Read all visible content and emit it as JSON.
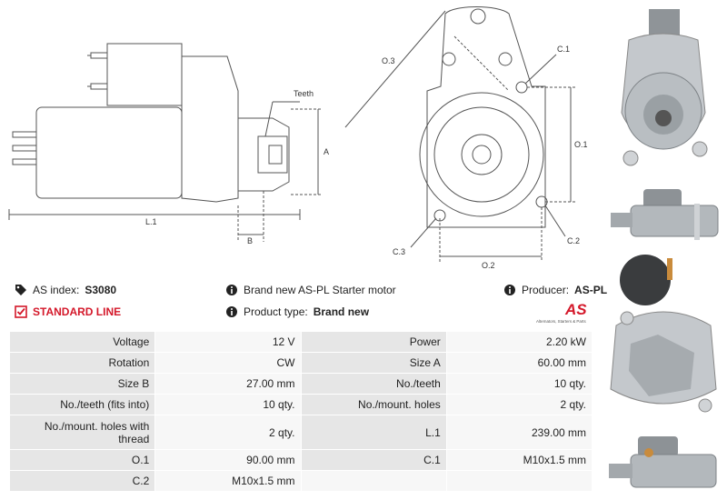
{
  "diagram": {
    "labels": {
      "teeth": "Teeth",
      "a": "A",
      "b": "B",
      "l1": "L.1",
      "o1": "O.1",
      "o2": "O.2",
      "o3": "O.3",
      "c1": "C.1",
      "c2": "C.2",
      "c3": "C.3"
    }
  },
  "info": {
    "as_index_label": "AS index:",
    "as_index_value": "S3080",
    "standard_line": "STANDARD LINE",
    "description": "Brand new AS-PL Starter motor",
    "product_type_label": "Product type:",
    "product_type_value": "Brand new",
    "producer_label": "Producer:",
    "producer_value": "AS-PL"
  },
  "logo": {
    "mark": "AS",
    "tagline": "Alternators, Starters & Parts",
    "color": "#d4182a"
  },
  "specs": [
    {
      "k1": "Voltage",
      "v1": "12 V",
      "k2": "Power",
      "v2": "2.20 kW"
    },
    {
      "k1": "Rotation",
      "v1": "CW",
      "k2": "Size A",
      "v2": "60.00 mm"
    },
    {
      "k1": "Size B",
      "v1": "27.00 mm",
      "k2": "No./teeth",
      "v2": "10 qty."
    },
    {
      "k1": "No./teeth (fits into)",
      "v1": "10 qty.",
      "k2": "No./mount. holes",
      "v2": "2 qty."
    },
    {
      "k1": "No./mount. holes with thread",
      "v1": "2 qty.",
      "k2": "L.1",
      "v2": "239.00 mm"
    },
    {
      "k1": "O.1",
      "v1": "90.00 mm",
      "k2": "C.1",
      "v2": "M10x1.5 mm"
    },
    {
      "k1": "C.2",
      "v1": "M10x1.5 mm",
      "k2": "",
      "v2": ""
    }
  ]
}
